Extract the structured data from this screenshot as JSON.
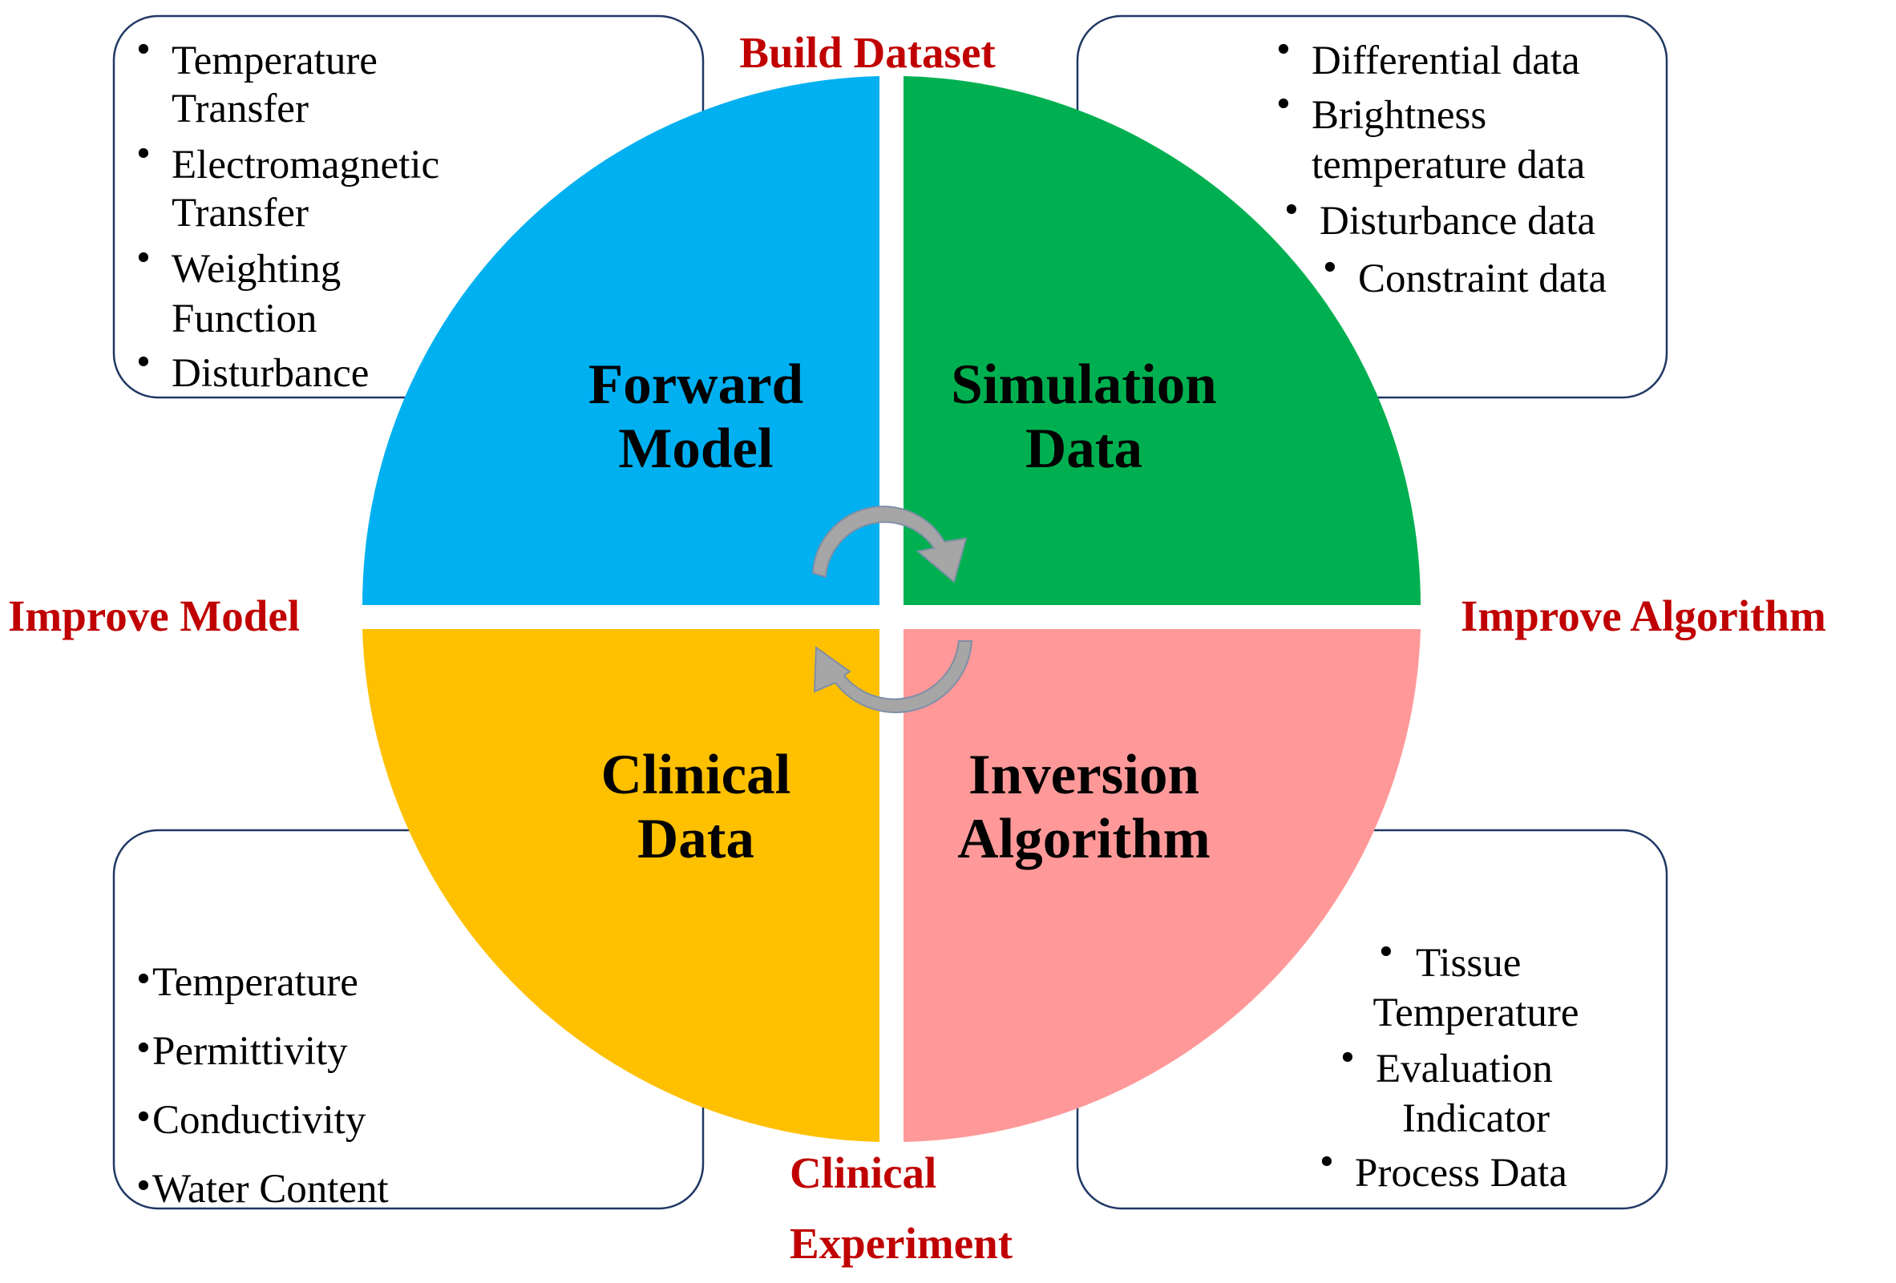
{
  "colors": {
    "forward_model": "#00b0f0",
    "simulation_data": "#00b050",
    "clinical_data": "#ffc000",
    "inversion_algorithm": "#ff9999",
    "cycle_label": "#c00000",
    "arrow": "#a6a6a6",
    "box_border": "#1f3864"
  },
  "quadrants": {
    "forward_model": {
      "line1": "Forward",
      "line2": "Model"
    },
    "simulation_data": {
      "line1": "Simulation",
      "line2": "Data"
    },
    "clinical_data": {
      "line1": "Clinical",
      "line2": "Data"
    },
    "inversion_algorithm": {
      "line1": "Inversion",
      "line2": "Algorithm"
    }
  },
  "cycle_labels": {
    "top": "Build Dataset",
    "right": "Improve Algorithm",
    "left": "Improve Model",
    "bottom_line1": "Clinical",
    "bottom_line2": "Experiment"
  },
  "boxes": {
    "forward_model": {
      "bullet": "•",
      "items": [
        [
          "Temperature",
          "Transfer"
        ],
        [
          "Electromagnetic",
          "Transfer"
        ],
        [
          "Weighting",
          "Function"
        ],
        [
          "Disturbance"
        ]
      ]
    },
    "simulation_data": {
      "bullet": "•",
      "items": [
        [
          "Differential data"
        ],
        [
          "Brightness",
          "temperature data"
        ],
        [
          "Disturbance data"
        ],
        [
          "Constraint data"
        ]
      ]
    },
    "clinical_data": {
      "bullet": "•",
      "items": [
        [
          "Temperature"
        ],
        [
          "Permittivity"
        ],
        [
          "Conductivity"
        ],
        [
          "Water Content"
        ]
      ]
    },
    "inversion_algorithm": {
      "bullet": "•",
      "items": [
        [
          "Tissue",
          "Temperature"
        ],
        [
          "Evaluation",
          "Indicator"
        ],
        [
          "Process Data"
        ]
      ]
    }
  }
}
